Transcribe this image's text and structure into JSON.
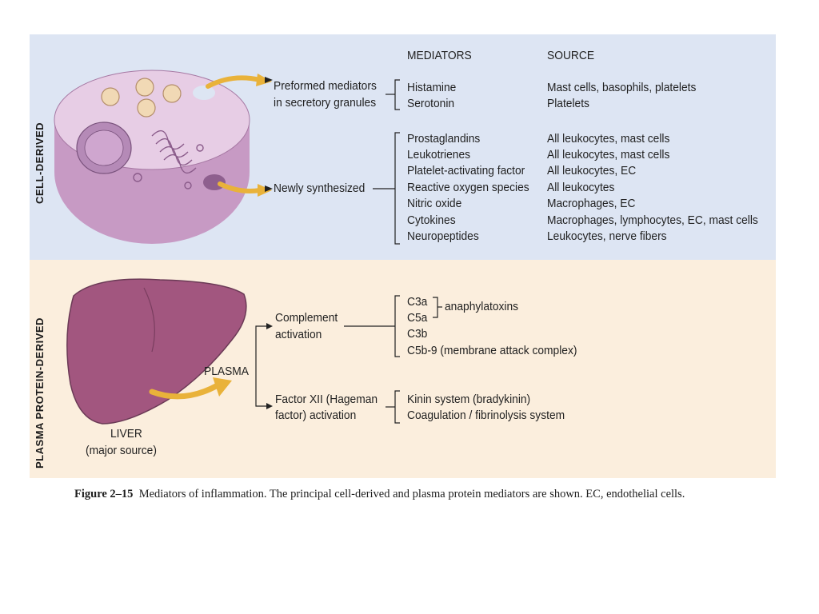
{
  "sections": {
    "cell_label": "CELL-DERIVED",
    "plasma_label": "PLASMA PROTEIN-DERIVED"
  },
  "headers": {
    "mediators": "MEDIATORS",
    "source": "SOURCE"
  },
  "cell": {
    "preformed_line1": "Preformed mediators",
    "preformed_line2": "in secretory granules",
    "newly": "Newly synthesized",
    "preformed_items": [
      {
        "mediator": "Histamine",
        "source": "Mast cells, basophils, platelets"
      },
      {
        "mediator": "Serotonin",
        "source": "Platelets"
      }
    ],
    "newly_items": [
      {
        "mediator": "Prostaglandins",
        "source": "All leukocytes, mast cells"
      },
      {
        "mediator": "Leukotrienes",
        "source": "All leukocytes, mast cells"
      },
      {
        "mediator": "Platelet-activating factor",
        "source": "All leukocytes, EC"
      },
      {
        "mediator": "Reactive oxygen species",
        "source": "All leukocytes"
      },
      {
        "mediator": "Nitric oxide",
        "source": "Macrophages, EC"
      },
      {
        "mediator": "Cytokines",
        "source": "Macrophages, lymphocytes, EC, mast cells"
      },
      {
        "mediator": "Neuropeptides",
        "source": "Leukocytes, nerve fibers"
      }
    ]
  },
  "plasma": {
    "plasma_label": "PLASMA",
    "liver_line1": "LIVER",
    "liver_line2": "(major source)",
    "complement_line1": "Complement",
    "complement_line2": "activation",
    "factor_line1": "Factor XII (Hageman",
    "factor_line2": "factor) activation",
    "complement_items": [
      "C3a",
      "C5a",
      "C3b",
      "C5b-9 (membrane attack complex)"
    ],
    "anaphylatoxins": "anaphylatoxins",
    "factor_items": [
      "Kinin system (bradykinin)",
      "Coagulation / fibrinolysis system"
    ]
  },
  "caption": {
    "label": "Figure 2–15",
    "text": "Mediators of inflammation. The principal cell-derived and plasma protein mediators are shown. EC, endothelial cells."
  },
  "colors": {
    "cell_panel": "#dde5f3",
    "plasma_panel": "#fbeedd",
    "cell_body": "#d9b3d6",
    "liver": "#a2567f",
    "arrow": "#e9b23a"
  }
}
